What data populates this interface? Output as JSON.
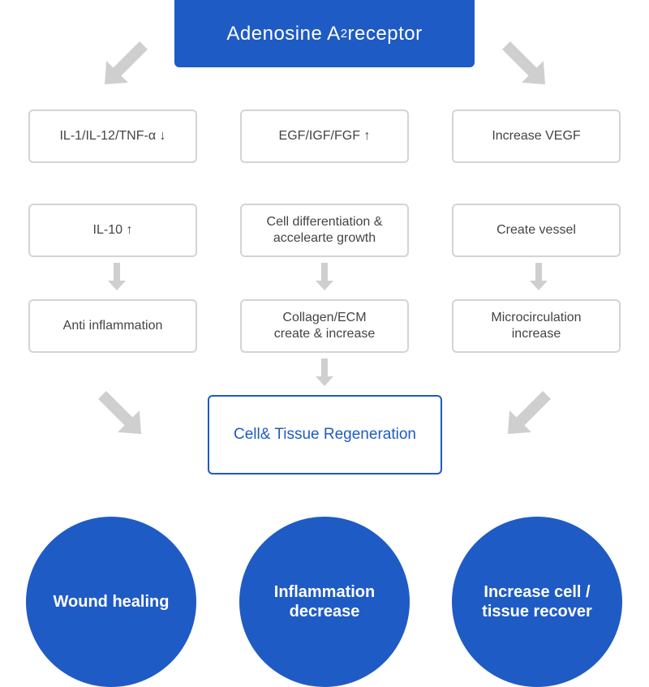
{
  "header": {
    "main": "Adenosine A",
    "sub": "2",
    "tail": "receptor"
  },
  "columns": [
    {
      "row1": "IL-1/IL-12/TNF-α ↓",
      "row2": "IL-10 ↑",
      "row3": "Anti inflammation"
    },
    {
      "row1": "EGF/IGF/FGF ↑",
      "row2": "Cell differentiation &\naccelearte growth",
      "row3": "Collagen/ECM\ncreate & increase"
    },
    {
      "row1": "Increase VEGF",
      "row2": "Create vessel",
      "row3": "Microcirculation\nincrease"
    }
  ],
  "center": {
    "label": "Cell& Tissue Regeneration"
  },
  "outcomes": [
    "Wound healing",
    "Inflammation\ndecrease",
    "Increase cell /\ntissue recover"
  ],
  "colors": {
    "primary": "#1f5bc4",
    "arrow": "#cfcfcf",
    "border": "#d4d4d4"
  }
}
